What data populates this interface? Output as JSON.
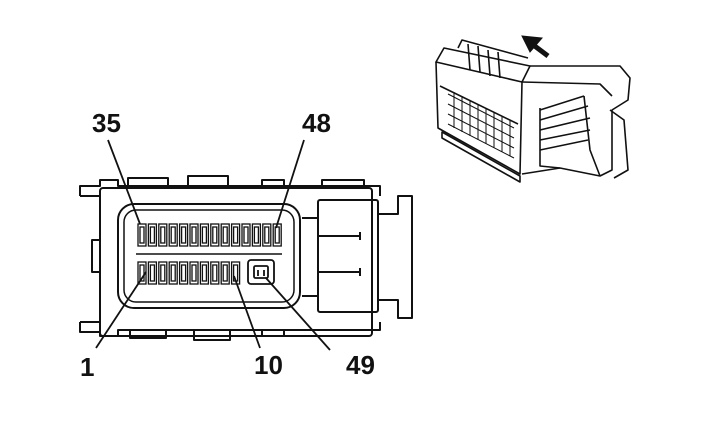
{
  "labels": {
    "pin_35": "35",
    "pin_48": "48",
    "pin_1": "1",
    "pin_10": "10",
    "pin_49": "49"
  },
  "colors": {
    "line": "#111111",
    "background": "#ffffff"
  },
  "icons": {
    "direction": "arrow-up-left-icon"
  }
}
